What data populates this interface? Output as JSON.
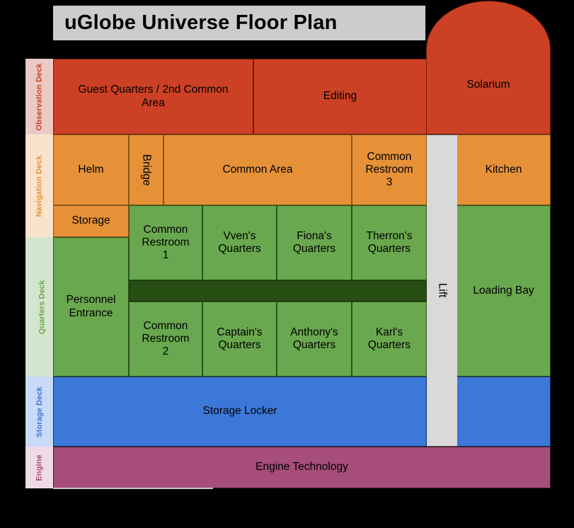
{
  "title": "uGlobe Universe Floor Plan",
  "palette": {
    "background": "#000000",
    "title_bar": "#cccccc",
    "observation_deck": "#cc4125",
    "navigation_deck": "#e69138",
    "quarters_deck": "#6aa84f",
    "storage_deck": "#3c78d8",
    "engine_deck": "#a64d79",
    "lift": "#d9d9d9",
    "corridor": "#274e13"
  },
  "decks": [
    {
      "label": "Observation Deck",
      "band_color": "#eccac4",
      "text_color": "#cc4125"
    },
    {
      "label": "Navigation Deck",
      "band_color": "#fae3cd",
      "text_color": "#e69138"
    },
    {
      "label": "Quarters Deck",
      "band_color": "#d3e5cd",
      "text_color": "#6aa84f"
    },
    {
      "label": "Storage Deck",
      "band_color": "#c9daf8",
      "text_color": "#3c78d8"
    },
    {
      "label": "Engine",
      "band_color": "#eedbe5",
      "text_color": "#a64d79"
    }
  ],
  "rooms": {
    "guest_quarters": "Guest Quarters / 2nd Common Area",
    "editing": "Editing",
    "solarium": "Solarium",
    "helm": "Helm",
    "bridge": "Bridge",
    "common_area": "Common Area",
    "common_restroom_3": "Common Restroom 3",
    "kitchen": "Kitchen",
    "storage": "Storage",
    "personnel_entrance": "Personnel Entrance",
    "common_restroom_1": "Common Restroom 1",
    "vvens_quarters": "Vven's Quarters",
    "fionas_quarters": "Fiona's Quarters",
    "therrons_quarters": "Therron's Quarters",
    "common_restroom_2": "Common Restroom 2",
    "captains_quarters": "Captain's Quarters",
    "anthonys_quarters": "Anthony's Quarters",
    "karls_quarters": "Karl's Quarters",
    "loading_bay": "Loading Bay",
    "storage_locker": "Storage Locker",
    "engine_technology": "Engine Technology",
    "lift": "Lift",
    "corridor": ""
  },
  "room_lines": {
    "guest_quarters": [
      "Guest Quarters / 2nd Common",
      "Area"
    ],
    "common_restroom_3": [
      "Common",
      "Restroom",
      "3"
    ],
    "personnel_entrance": [
      "Personnel",
      "Entrance"
    ],
    "common_restroom_1": [
      "Common",
      "Restroom",
      "1"
    ],
    "vvens_quarters": [
      "Vven's",
      "Quarters"
    ],
    "fionas_quarters": [
      "Fiona's",
      "Quarters"
    ],
    "therrons_quarters": [
      "Therron's",
      "Quarters"
    ],
    "common_restroom_2": [
      "Common",
      "Restroom",
      "2"
    ],
    "captains_quarters": [
      "Captain's",
      "Quarters"
    ],
    "anthonys_quarters": [
      "Anthony's",
      "Quarters"
    ],
    "karls_quarters": [
      "Karl's",
      "Quarters"
    ]
  }
}
